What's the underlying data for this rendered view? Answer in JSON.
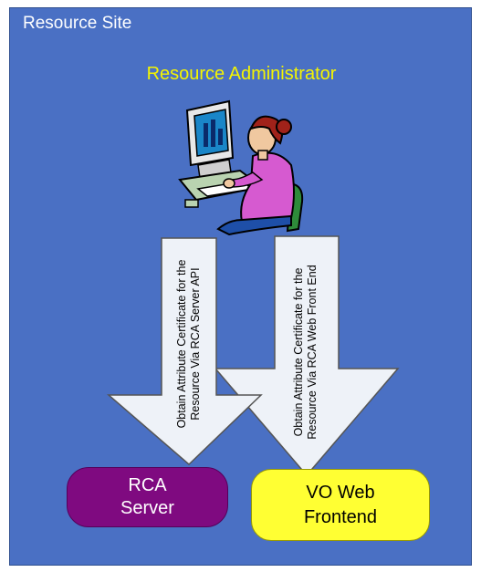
{
  "site": {
    "title": "Resource Site"
  },
  "admin": {
    "label": "Resource Administrator"
  },
  "arrows": {
    "api": {
      "line1": "Obtain Attribute Certificate for the",
      "line2": "Resource Via RCA Server API"
    },
    "web": {
      "line1": "Obtain Attribute Certificate for the",
      "line2": "Resource Via RCA Web Front End"
    }
  },
  "nodes": {
    "rca_server": {
      "line1": "RCA",
      "line2": "Server"
    },
    "vo_frontend": {
      "line1": "VO Web",
      "line2": "Frontend"
    }
  },
  "colors": {
    "background": "#4a70c4",
    "site_title": "#ffffff",
    "admin_label": "#f5f500",
    "arrow_fill": "#eef2f8",
    "rca_server": "#7f0a80",
    "vo_frontend": "#ffff33"
  }
}
